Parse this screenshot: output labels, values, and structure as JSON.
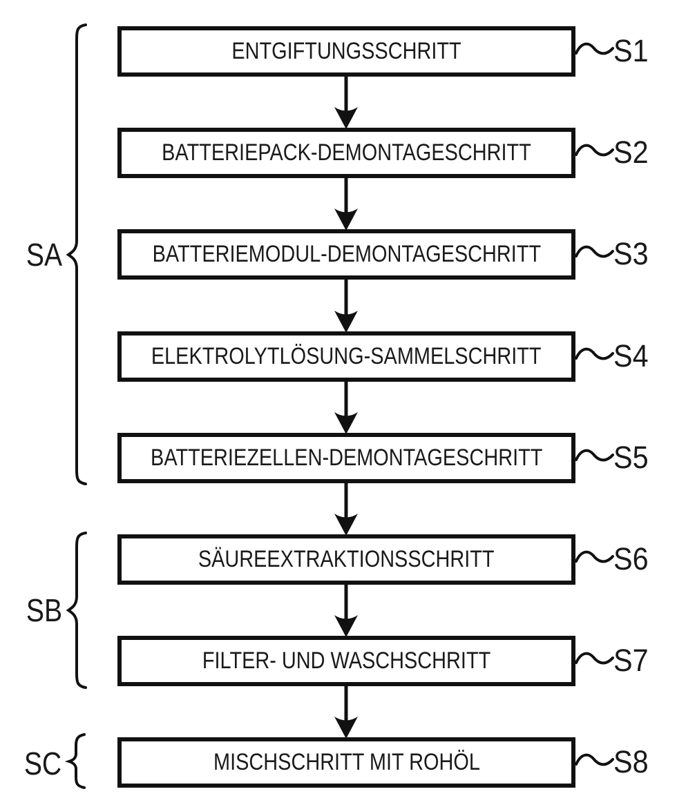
{
  "figure": {
    "type": "flowchart",
    "language": "de",
    "colors": {
      "ink": "#111111",
      "background": "#ffffff"
    },
    "steps": [
      {
        "label": "ENTGIFTUNGSSCHRITT",
        "ref": "S1"
      },
      {
        "label": "BATTERIEPACK-DEMONTAGESCHRITT",
        "ref": "S2"
      },
      {
        "label": "BATTERIEMODUL-DEMONTAGESCHRITT",
        "ref": "S3"
      },
      {
        "label": "ELEKTROLYTLÖSUNG-SAMMELSCHRITT",
        "ref": "S4"
      },
      {
        "label": "BATTERIEZELLEN-DEMONTAGESCHRITT",
        "ref": "S5"
      },
      {
        "label": "SÄUREEXTRAKTIONSSCHRITT",
        "ref": "S6"
      },
      {
        "label": "FILTER- UND WASCHSCHRITT",
        "ref": "S7"
      },
      {
        "label": "MISCHSCHRITT MIT ROHÖL",
        "ref": "S8"
      }
    ],
    "groups": [
      {
        "label": "SA",
        "covers": [
          "S1",
          "S2",
          "S3",
          "S4",
          "S5"
        ]
      },
      {
        "label": "SB",
        "covers": [
          "S6",
          "S7"
        ]
      },
      {
        "label": "SC",
        "covers": [
          "S8"
        ]
      }
    ],
    "connections": [
      {
        "from": "S1",
        "to": "S2"
      },
      {
        "from": "S2",
        "to": "S3"
      },
      {
        "from": "S3",
        "to": "S4"
      },
      {
        "from": "S4",
        "to": "S5"
      },
      {
        "from": "S5",
        "to": "S6"
      },
      {
        "from": "S6",
        "to": "S7"
      },
      {
        "from": "S7",
        "to": "S8"
      }
    ]
  }
}
